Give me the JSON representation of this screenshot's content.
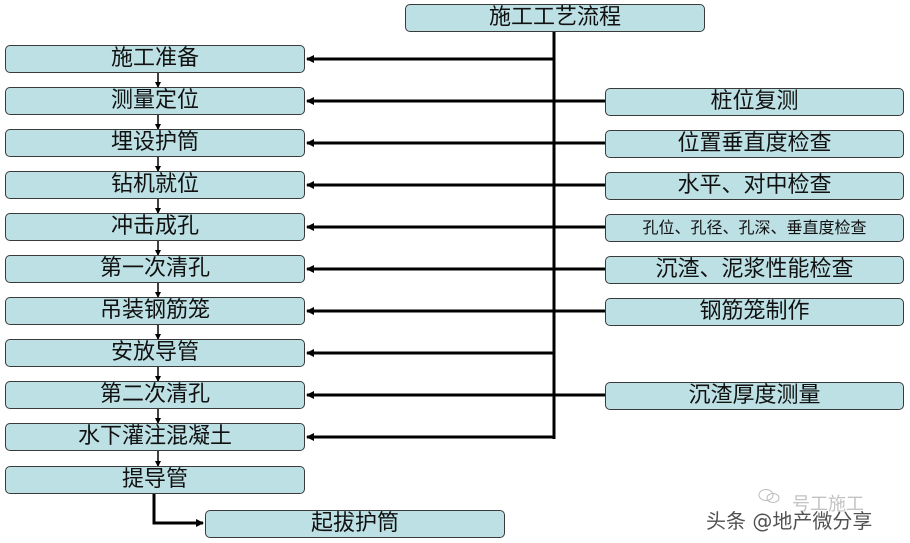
{
  "title": "施工工艺流程",
  "main_steps": [
    {
      "label": "施工准备"
    },
    {
      "label": "测量定位"
    },
    {
      "label": "埋设护筒"
    },
    {
      "label": "钻机就位"
    },
    {
      "label": "冲击成孔"
    },
    {
      "label": "第一次清孔"
    },
    {
      "label": "吊装钢筋笼"
    },
    {
      "label": "安放导管"
    },
    {
      "label": "第二次清孔"
    },
    {
      "label": "水下灌注混凝土"
    },
    {
      "label": "提导管"
    }
  ],
  "final_step": {
    "label": "起拔护筒"
  },
  "checks": [
    {
      "label": "桩位复测",
      "attached_to": "测量定位"
    },
    {
      "label": "位置垂直度检查",
      "attached_to": "埋设护筒"
    },
    {
      "label": "水平、对中检查",
      "attached_to": "钻机就位"
    },
    {
      "label": "孔位、孔径、孔深、垂直度检查",
      "attached_to": "冲击成孔"
    },
    {
      "label": "沉渣、泥浆性能检查",
      "attached_to": "第一次清孔"
    },
    {
      "label": "钢筋笼制作",
      "attached_to": "吊装钢筋笼"
    },
    {
      "label": "沉渣厚度测量",
      "attached_to": "第二次清孔"
    }
  ],
  "watermark": {
    "text": "头条 @地产微分享",
    "faint_text": "号工施工"
  },
  "colors": {
    "box_fill": "#bde0e4",
    "box_border": "#3a3a3a",
    "line": "#000000"
  }
}
